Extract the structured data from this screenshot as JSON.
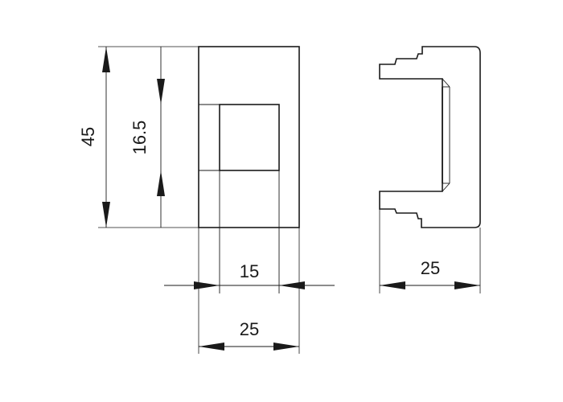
{
  "dimensions": {
    "overall_height": "45",
    "opening_height": "16.5",
    "opening_width": "15",
    "front_width": "25",
    "side_depth": "25"
  }
}
